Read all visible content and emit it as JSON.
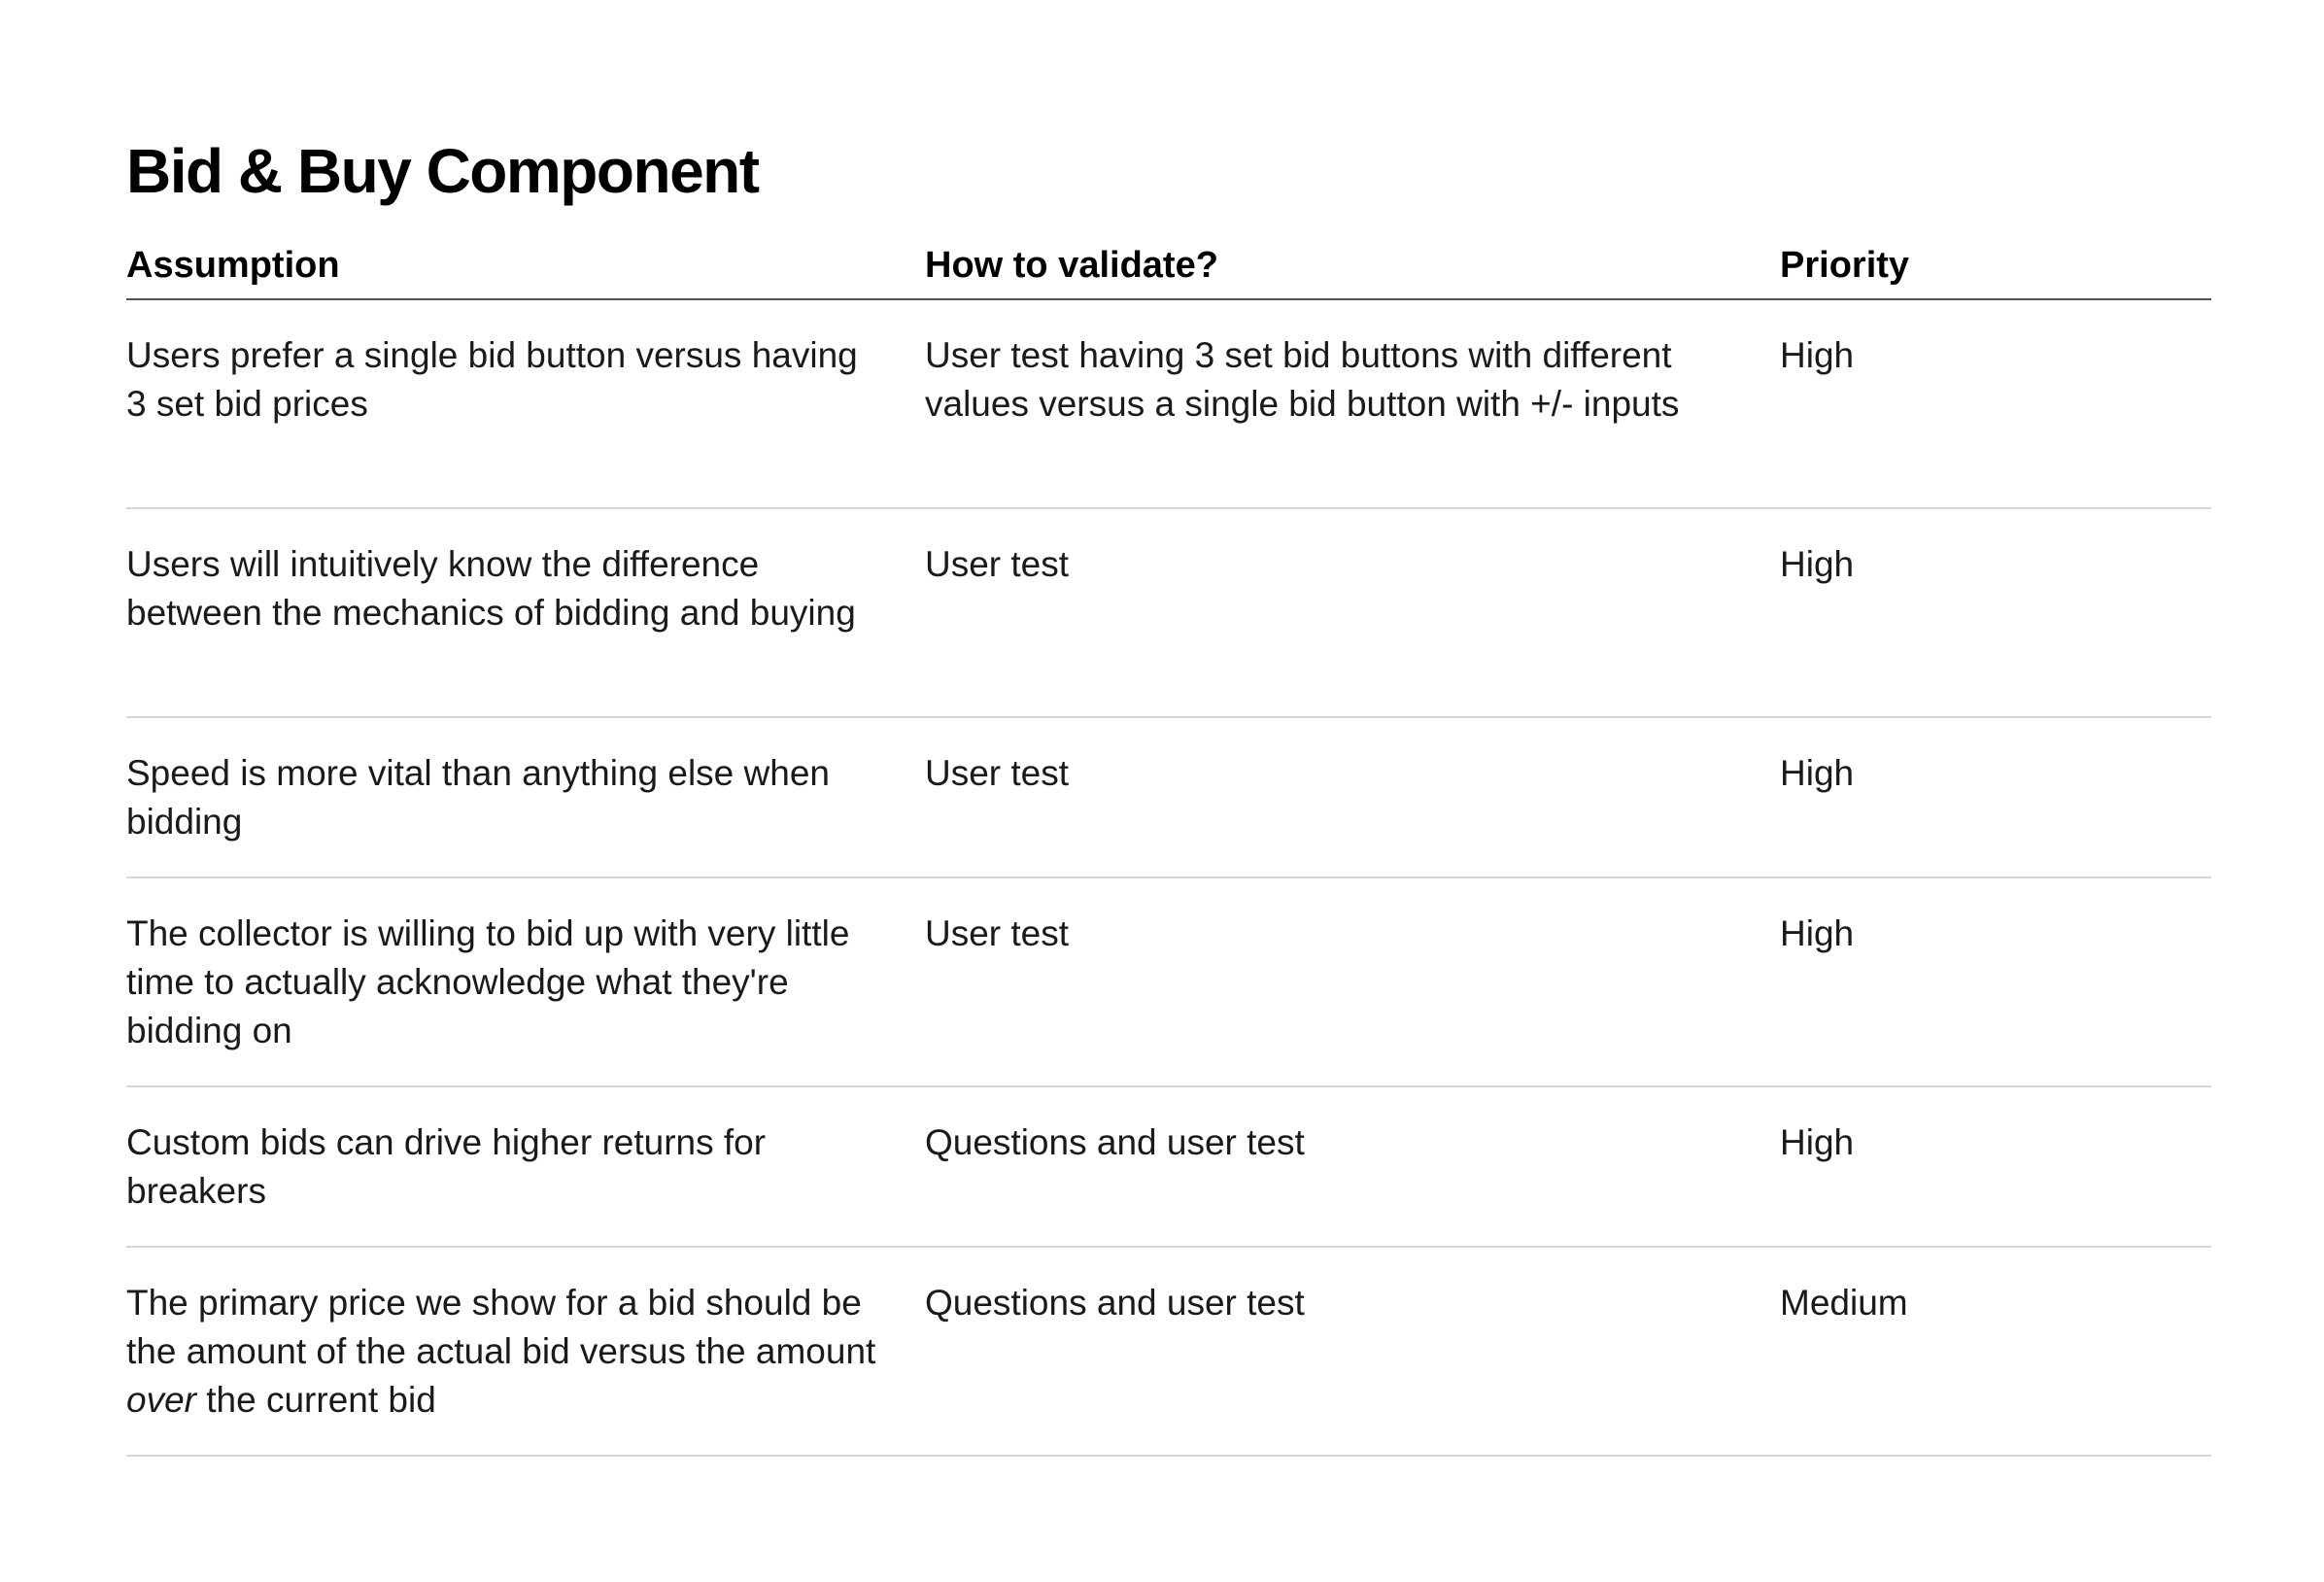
{
  "document": {
    "title": "Bid & Buy Component"
  },
  "table": {
    "headers": {
      "assumption": "Assumption",
      "validate": "How to validate?",
      "priority": "Priority"
    },
    "rows": [
      {
        "assumption": "Users prefer a single bid button versus having 3 set bid prices",
        "validate": "User test having 3 set bid buttons with different values versus a single bid button with +/- inputs",
        "priority": "High"
      },
      {
        "assumption": "Users will intuitively know the difference between the mechanics of bidding and buying",
        "validate": "User test",
        "priority": "High"
      },
      {
        "assumption": "Speed is more vital than anything else when bidding",
        "validate": "User test",
        "priority": "High"
      },
      {
        "assumption": "The collector is willing to bid up with very little time to actually acknowledge what they're bidding on",
        "validate": "User test",
        "priority": "High"
      },
      {
        "assumption": "Custom bids can drive higher returns for breakers",
        "validate": "Questions and user test",
        "priority": "High"
      },
      {
        "assumption_pre": "The primary price we show for a bid should be the amount of the actual bid versus the amount ",
        "assumption_em": "over",
        "assumption_post": " the current bid",
        "validate": "Questions and user test",
        "priority": "Medium"
      }
    ]
  }
}
